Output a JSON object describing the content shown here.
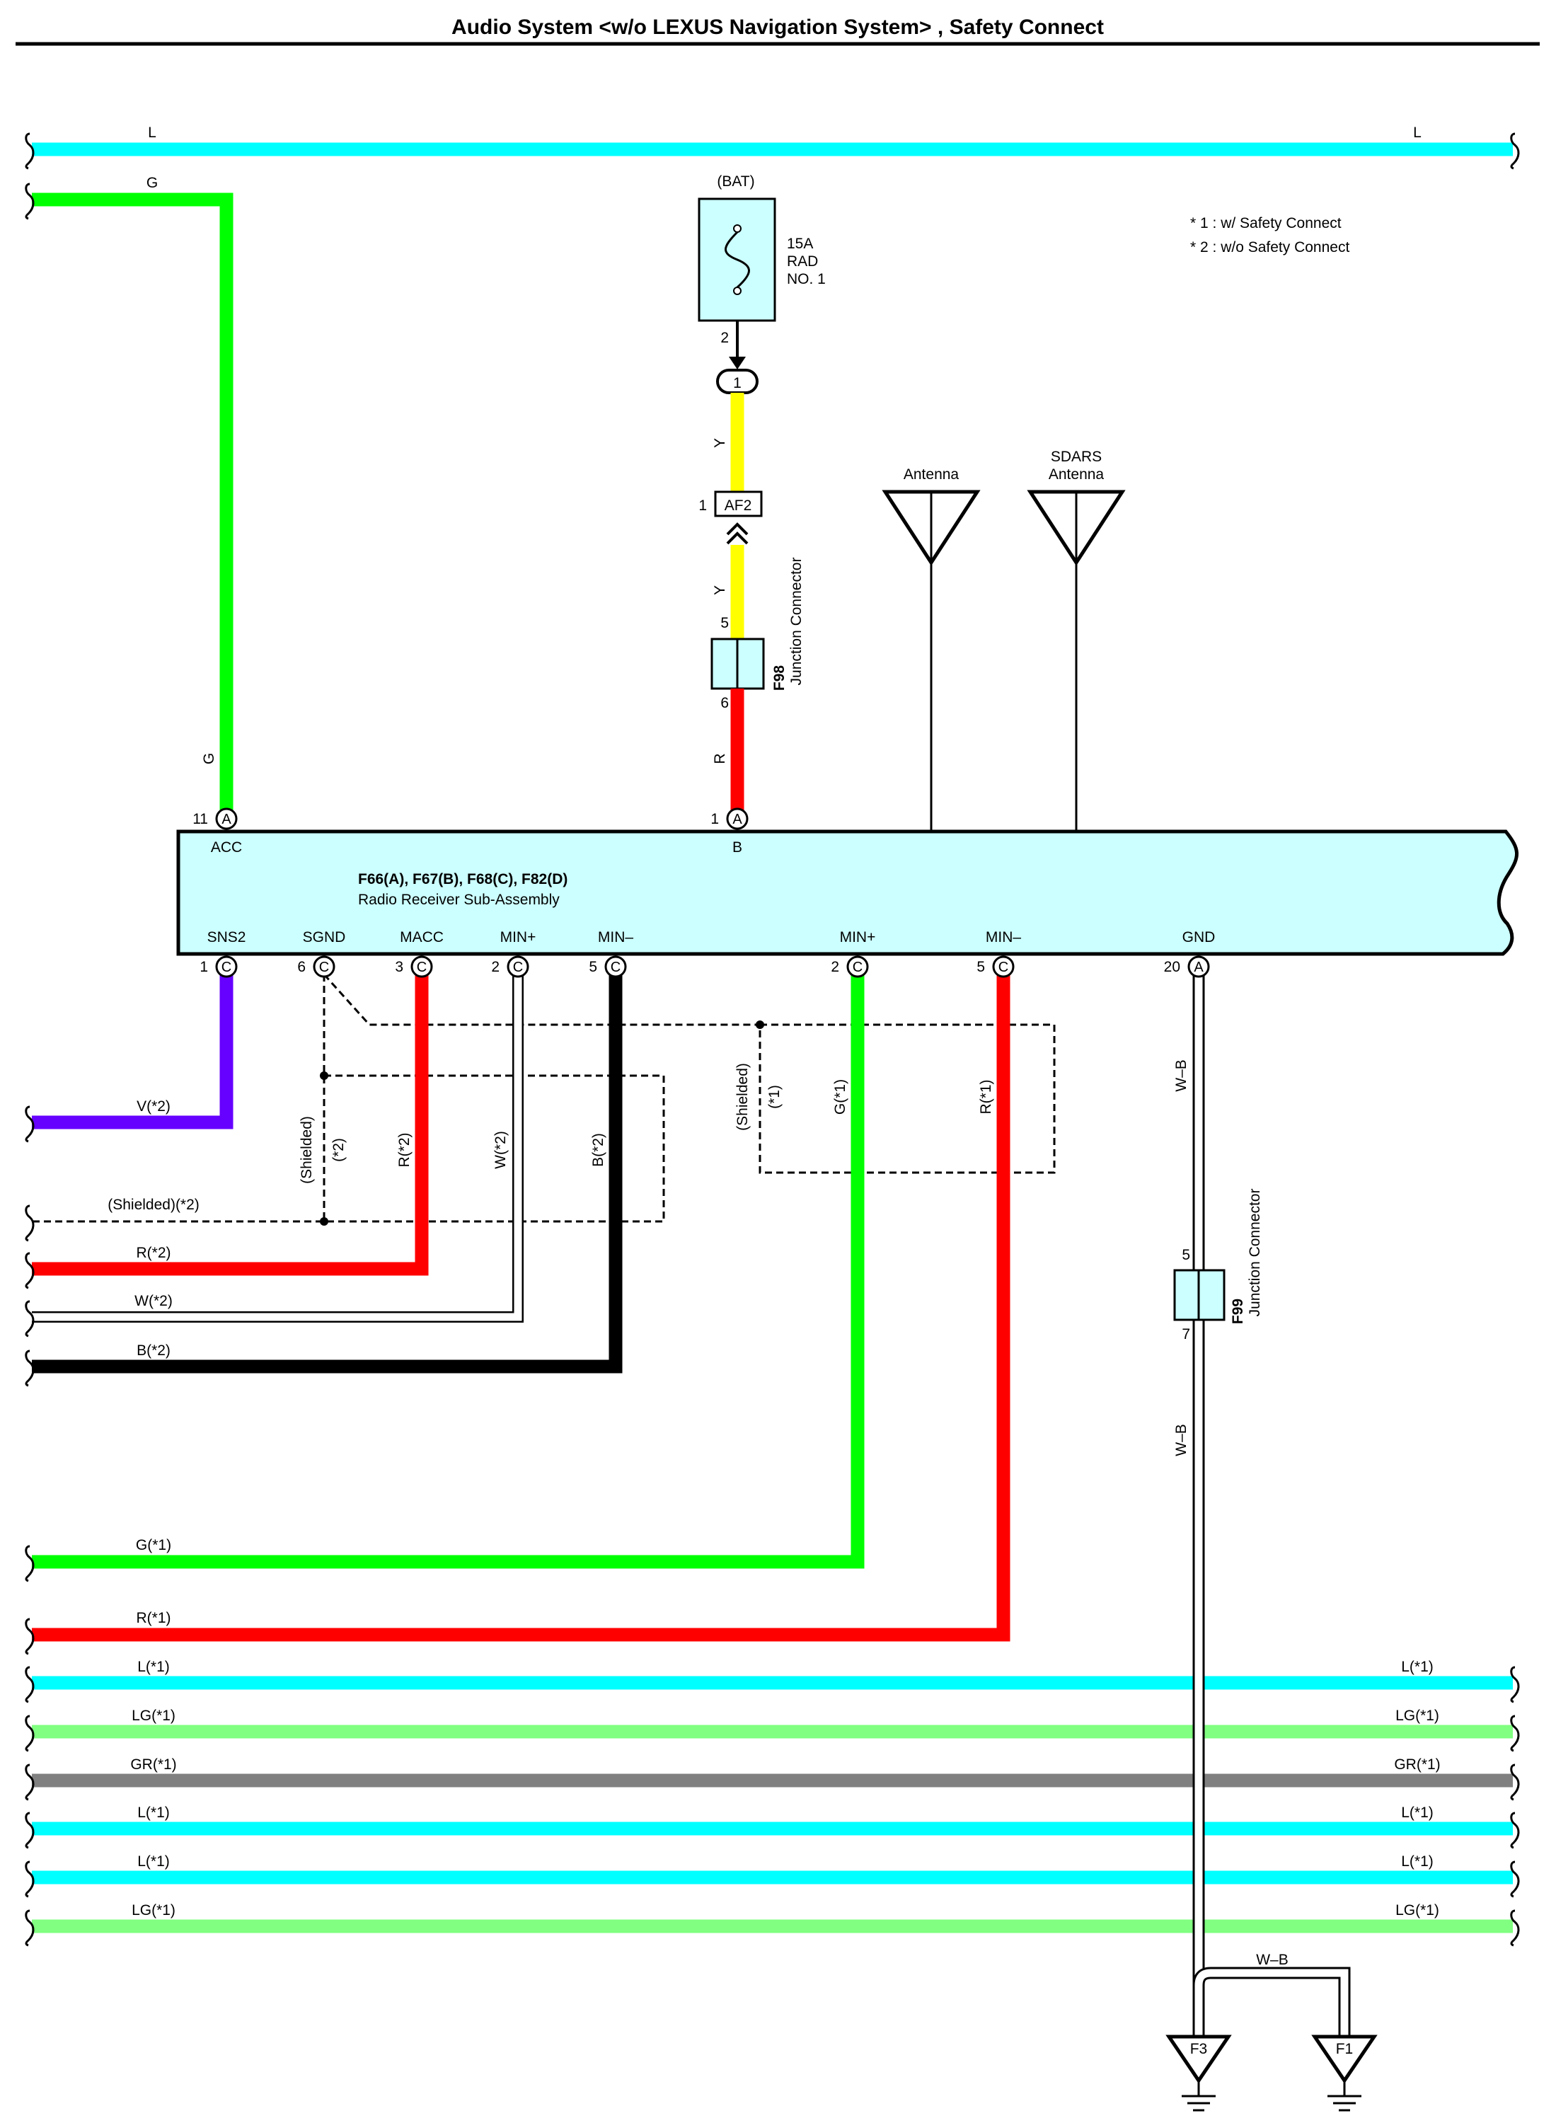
{
  "title": "Audio System <w/o LEXUS Navigation System> , Safety Connect",
  "notes": [
    "* 1 : w/ Safety Connect",
    "* 2 : w/o Safety Connect"
  ],
  "colors": {
    "L": "#00ffff",
    "G": "#00ff00",
    "Y": "#ffff00",
    "R": "#ff0000",
    "V": "#6600ff",
    "B": "#000000",
    "LG": "#80ff80",
    "GR": "#808080",
    "W": "#ffffff",
    "box": "#ccffff"
  },
  "top_wires": {
    "L_left": "L",
    "L_right": "L",
    "G": "G"
  },
  "fuse": {
    "source": "(BAT)",
    "rating": "15A",
    "name1": "RAD",
    "name2": "NO. 1",
    "pin": "2"
  },
  "junction_1": {
    "label": "1"
  },
  "af2": {
    "pin": "1",
    "name": "AF2"
  },
  "wire_y1": "Y",
  "wire_y2": "Y",
  "f98": {
    "pin_top": "5",
    "pin_bottom": "6",
    "code": "F98",
    "desc": "Junction Connector"
  },
  "wire_r_b": "R",
  "wire_g_acc": "G",
  "antenna1": "Antenna",
  "antenna2_line1": "SDARS",
  "antenna2_line2": "Antenna",
  "receiver": {
    "codes": "F66(A), F67(B), F68(C), F82(D)",
    "name": "Radio Receiver Sub-Assembly",
    "top_pins": [
      {
        "num": "11",
        "conn": "A",
        "name": "ACC"
      },
      {
        "num": "1",
        "conn": "A",
        "name": "B"
      }
    ],
    "bottom_pins": [
      {
        "num": "1",
        "conn": "C",
        "name": "SNS2"
      },
      {
        "num": "6",
        "conn": "C",
        "name": "SGND"
      },
      {
        "num": "3",
        "conn": "C",
        "name": "MACC"
      },
      {
        "num": "2",
        "conn": "C",
        "name": "MIN+"
      },
      {
        "num": "5",
        "conn": "C",
        "name": "MIN–"
      },
      {
        "num": "2",
        "conn": "C",
        "name": "MIN+"
      },
      {
        "num": "5",
        "conn": "C",
        "name": "MIN–"
      },
      {
        "num": "20",
        "conn": "A",
        "name": "GND"
      }
    ]
  },
  "vertical_labels": {
    "shielded": "(Shielded)",
    "star2": "(*2)",
    "r2": "R(*2)",
    "w2": "W(*2)",
    "b2": "B(*2)",
    "star1": "(*1)",
    "g1": "G(*1)",
    "r1": "R(*1)",
    "wb": "W–B"
  },
  "left_wires": {
    "v2": "V(*2)",
    "shielded2": "(Shielded)(*2)",
    "r2": "R(*2)",
    "w2": "W(*2)",
    "b2": "B(*2)",
    "g1": "G(*1)",
    "r1": "R(*1)"
  },
  "through_wires": [
    {
      "label": "L(*1)",
      "color": "L"
    },
    {
      "label": "LG(*1)",
      "color": "LG"
    },
    {
      "label": "GR(*1)",
      "color": "GR"
    },
    {
      "label": "L(*1)",
      "color": "L"
    },
    {
      "label": "L(*1)",
      "color": "L"
    },
    {
      "label": "LG(*1)",
      "color": "LG"
    }
  ],
  "f99": {
    "pin_top": "5",
    "pin_bottom": "7",
    "code": "F99",
    "desc": "Junction Connector"
  },
  "ground_wire": "W–B",
  "grounds": [
    "F3",
    "F1"
  ]
}
